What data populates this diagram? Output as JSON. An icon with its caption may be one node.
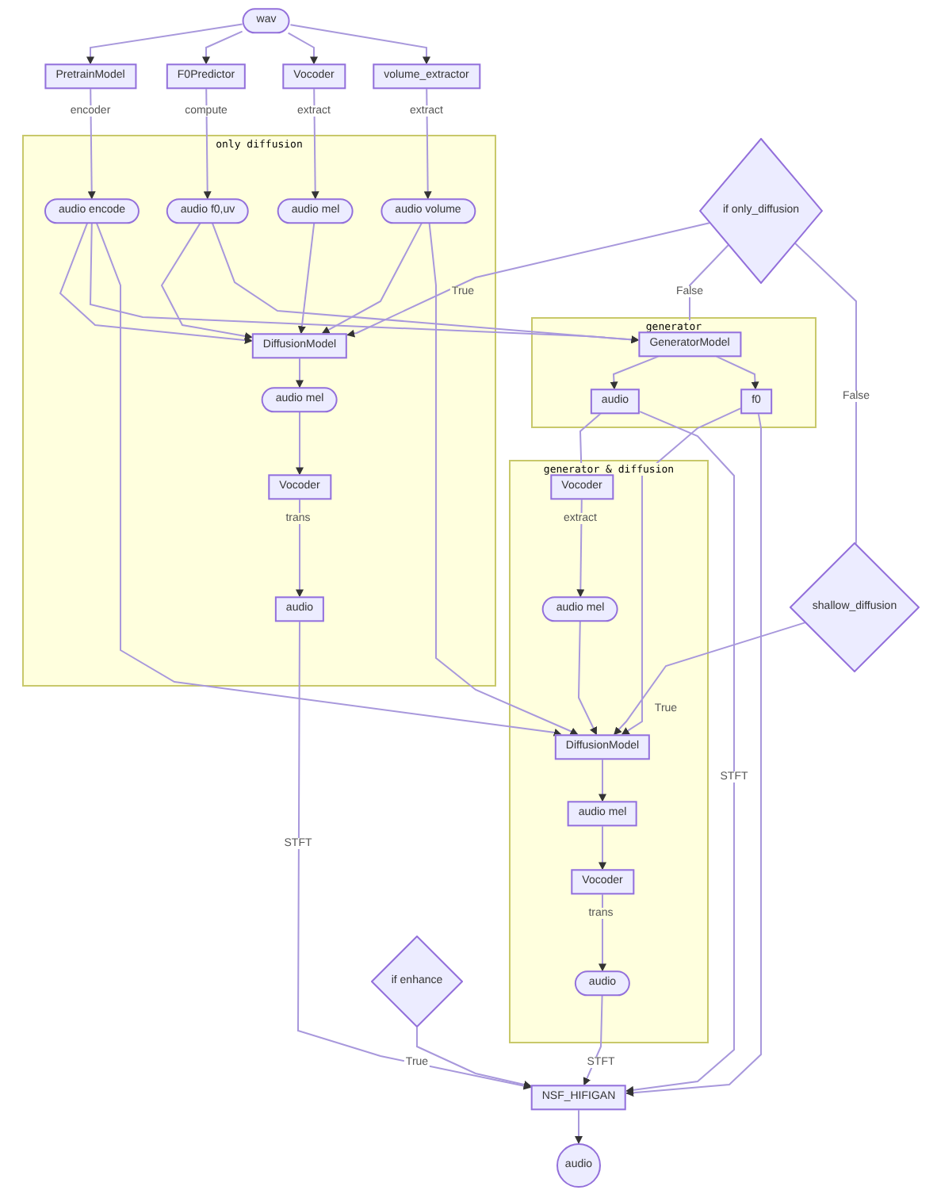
{
  "diagram": {
    "nodes": [
      {
        "text": [
          "wav"
        ]
      },
      {
        "text": [
          "PretrainModel"
        ]
      },
      {
        "text": [
          "F0Predictor"
        ]
      },
      {
        "text": [
          "Vocoder"
        ]
      },
      {
        "text": [
          "volume_extractor"
        ]
      },
      {
        "text": [
          "only diffusion"
        ]
      },
      {
        "text": [
          "audio encode"
        ],
        "in": 5
      },
      {
        "text": [
          "audio f0,uv"
        ],
        "in": 5
      },
      {
        "text": [
          "audio mel"
        ],
        "in": 5
      },
      {
        "text": [
          "audio volume"
        ],
        "in": 5
      },
      {
        "text": [
          "DiffusionModel"
        ],
        "in": 5
      },
      {
        "text": [
          "audio mel"
        ],
        "in": 5
      },
      {
        "text": [
          "Vocoder"
        ],
        "in": 5
      },
      {
        "text": [
          "audio"
        ],
        "in": 5
      },
      {
        "text": [
          "if only_diffusion"
        ]
      },
      {
        "text": [
          "generator"
        ]
      },
      {
        "text": [
          "GeneratorModel"
        ],
        "in": 15
      },
      {
        "text": [
          "audio"
        ],
        "in": 15
      },
      {
        "text": [
          "f0"
        ],
        "in": 15
      },
      {
        "text": [
          "generator & diffusion"
        ]
      },
      {
        "text": [
          "Vocoder"
        ],
        "in": 19
      },
      {
        "text": [
          "audio mel"
        ],
        "in": 19
      },
      {
        "text": [
          "DiffusionModel"
        ],
        "in": 19
      },
      {
        "text": [
          "audio mel"
        ],
        "in": 19
      },
      {
        "text": [
          "Vocoder"
        ],
        "in": 19
      },
      {
        "text": [
          "audio"
        ],
        "in": 19
      },
      {
        "text": [
          "shallow_diffusion"
        ]
      },
      {
        "text": [
          "if enhance"
        ]
      },
      {
        "text": [
          "NSF_HIFIGAN"
        ]
      },
      {
        "text": [
          "audio"
        ]
      }
    ],
    "edges": [
      {
        "from": 0,
        "to": 1,
        "arrow": "to"
      },
      {
        "from": 0,
        "to": 2,
        "arrow": "to"
      },
      {
        "from": 0,
        "to": 3,
        "arrow": "to"
      },
      {
        "from": 0,
        "to": 4,
        "arrow": "to"
      },
      {
        "from": 1,
        "to": 6,
        "arrow": "to",
        "label": "encoder"
      },
      {
        "from": 2,
        "to": 7,
        "arrow": "to",
        "label": "compute"
      },
      {
        "from": 3,
        "to": 8,
        "arrow": "to",
        "label": "extract"
      },
      {
        "from": 4,
        "to": 9,
        "arrow": "to",
        "label": "extract"
      },
      {
        "from": 6,
        "to": 10,
        "arrow": "to"
      },
      {
        "from": 6,
        "to": 16,
        "arrow": "to"
      },
      {
        "from": 6,
        "to": 22,
        "arrow": "to"
      },
      {
        "from": 7,
        "to": 10,
        "arrow": "to"
      },
      {
        "from": 7,
        "to": 16,
        "arrow": "to"
      },
      {
        "from": 8,
        "to": 10,
        "arrow": "to"
      },
      {
        "from": 9,
        "to": 10,
        "arrow": "to"
      },
      {
        "from": 9,
        "to": 22,
        "arrow": "to"
      },
      {
        "from": 14,
        "to": 10,
        "arrow": "to",
        "label": "True"
      },
      {
        "from": 14,
        "to": 16,
        "arrow": "to",
        "label": "False"
      },
      {
        "from": 14,
        "to": 26,
        "arrow": "none",
        "label": "False"
      },
      {
        "from": 10,
        "to": 11,
        "arrow": "to"
      },
      {
        "from": 11,
        "to": 12,
        "arrow": "to"
      },
      {
        "from": 12,
        "to": 13,
        "arrow": "to",
        "label": "trans"
      },
      {
        "from": 13,
        "to": 28,
        "arrow": "to",
        "label": "STFT"
      },
      {
        "from": 16,
        "to": 17,
        "arrow": "to"
      },
      {
        "from": 16,
        "to": 18,
        "arrow": "to"
      },
      {
        "from": 17,
        "to": 20,
        "arrow": "to"
      },
      {
        "from": 17,
        "to": 28,
        "arrow": "to",
        "label": "STFT"
      },
      {
        "from": 18,
        "to": 22,
        "arrow": "to"
      },
      {
        "from": 18,
        "to": 28,
        "arrow": "to"
      },
      {
        "from": 20,
        "to": 21,
        "arrow": "to",
        "label": "extract"
      },
      {
        "from": 21,
        "to": 22,
        "arrow": "to"
      },
      {
        "from": 26,
        "to": 22,
        "arrow": "to",
        "label": "True"
      },
      {
        "from": 22,
        "to": 23,
        "arrow": "to"
      },
      {
        "from": 23,
        "to": 24,
        "arrow": "to"
      },
      {
        "from": 24,
        "to": 25,
        "arrow": "to",
        "label": "trans"
      },
      {
        "from": 25,
        "to": 28,
        "arrow": "to",
        "label": "STFT"
      },
      {
        "from": 27,
        "to": 28,
        "arrow": "to",
        "label": "True"
      },
      {
        "from": 28,
        "to": 29,
        "arrow": "to"
      }
    ]
  }
}
